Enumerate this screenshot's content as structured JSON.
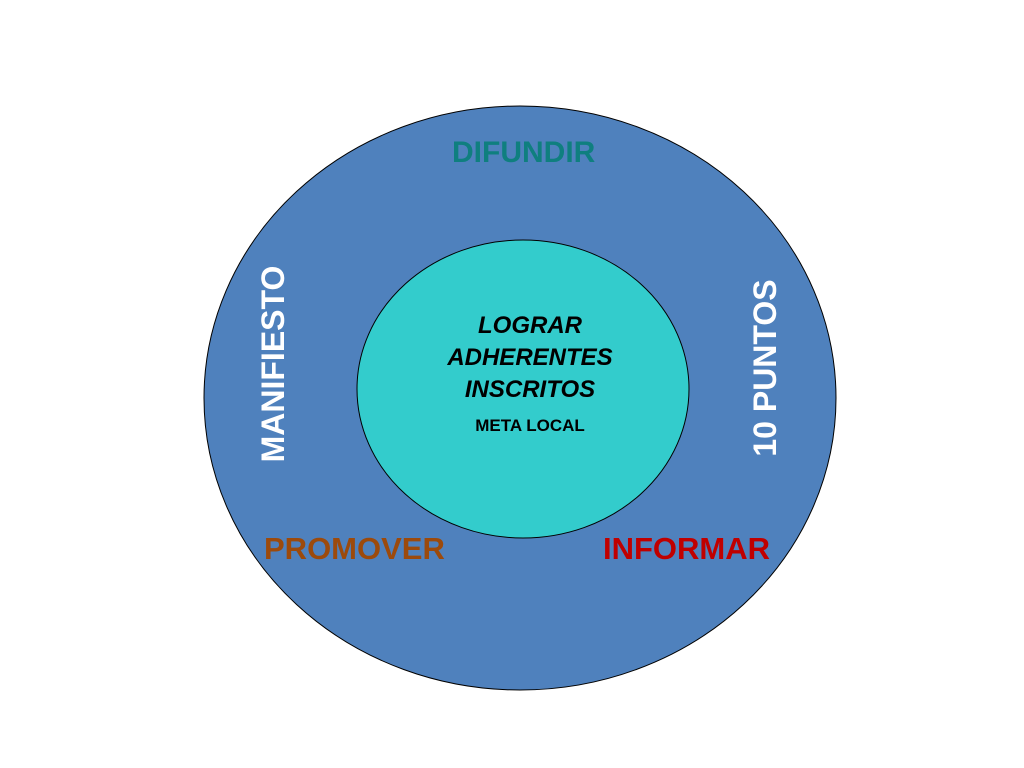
{
  "colors": {
    "background": "#ffffff",
    "outer_circle": "#4f81bd",
    "inner_circle": "#33cccc",
    "outline": "#000000",
    "difundir": "#0f7f7f",
    "promover": "#9c4a0c",
    "informar": "#c00000",
    "side_labels": "#ffffff",
    "center_text": "#000000"
  },
  "outer_ring": {
    "top_label": "DIFUNDIR",
    "left_label": "MANIFIESTO",
    "right_label": "10 PUNTOS",
    "bottom_left_label": "PROMOVER",
    "bottom_right_label": "INFORMAR"
  },
  "inner_circle": {
    "goal_lines": [
      "LOGRAR",
      "ADHERENTES",
      "INSCRITOS"
    ],
    "subtitle": "META LOCAL"
  }
}
